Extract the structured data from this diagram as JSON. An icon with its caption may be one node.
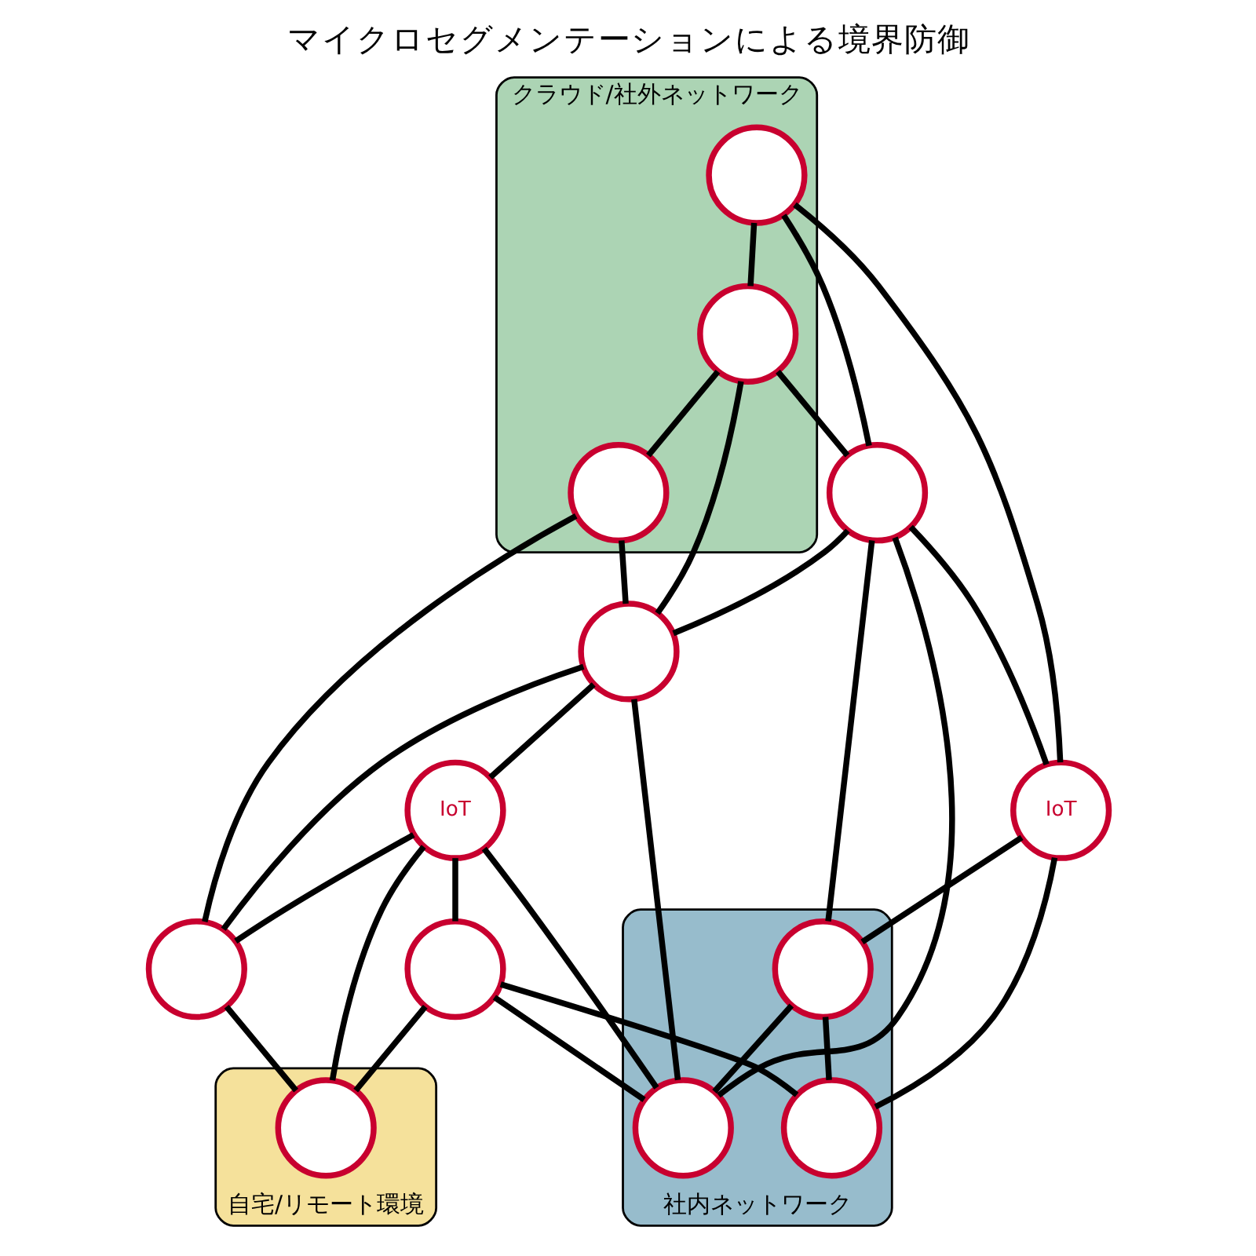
{
  "diagram": {
    "title": "マイクロセグメンテーションによる境界防御",
    "nodes": [
      {
        "text": [
          "クラウド/社外ネットワーク"
        ]
      },
      {
        "text": [],
        "shape": "circle",
        "in": 0
      },
      {
        "text": [],
        "shape": "circle",
        "in": 0
      },
      {
        "text": [],
        "shape": "circle",
        "in": 0
      },
      {
        "text": [],
        "shape": "circle"
      },
      {
        "text": [],
        "shape": "circle"
      },
      {
        "text": [
          "IoT"
        ]
      },
      {
        "text": [],
        "shape": "circle"
      },
      {
        "text": [
          "社内ネットワーク"
        ]
      },
      {
        "text": [],
        "shape": "circle",
        "in": 8
      },
      {
        "text": [],
        "shape": "circle",
        "in": 8
      },
      {
        "text": [
          "IoT"
        ]
      },
      {
        "text": [
          "自宅/リモート環境"
        ]
      },
      {
        "text": [],
        "shape": "circle",
        "in": 8
      },
      {
        "text": [],
        "shape": "circle"
      },
      {
        "text": [],
        "shape": "circle",
        "in": 12
      }
    ],
    "edges": [
      {
        "from": 2,
        "to": 1,
        "arrow": "none"
      },
      {
        "from": 2,
        "to": 4,
        "arrow": "none"
      },
      {
        "from": 2,
        "to": 6,
        "arrow": "none"
      },
      {
        "from": 1,
        "to": 4,
        "arrow": "none"
      },
      {
        "from": 1,
        "to": 5,
        "arrow": "none"
      },
      {
        "from": 1,
        "to": 3,
        "arrow": "none"
      },
      {
        "from": 3,
        "to": 5,
        "arrow": "none"
      },
      {
        "from": 3,
        "to": 7,
        "arrow": "none"
      },
      {
        "from": 4,
        "to": 5,
        "arrow": "none"
      },
      {
        "from": 4,
        "to": 6,
        "arrow": "none"
      },
      {
        "from": 4,
        "to": 9,
        "arrow": "none"
      },
      {
        "from": 4,
        "to": 10,
        "arrow": "none"
      },
      {
        "from": 5,
        "to": 7,
        "arrow": "none"
      },
      {
        "from": 5,
        "to": 10,
        "arrow": "none"
      },
      {
        "from": 5,
        "to": 11,
        "arrow": "none"
      },
      {
        "from": 6,
        "to": 9,
        "arrow": "none"
      },
      {
        "from": 6,
        "to": 13,
        "arrow": "none"
      },
      {
        "from": 9,
        "to": 10,
        "arrow": "none"
      },
      {
        "from": 9,
        "to": 13,
        "arrow": "none"
      },
      {
        "from": 11,
        "to": 10,
        "arrow": "none"
      },
      {
        "from": 14,
        "to": 10,
        "arrow": "none"
      },
      {
        "from": 14,
        "to": 13,
        "arrow": "none"
      },
      {
        "from": 11,
        "to": 7,
        "arrow": "none"
      },
      {
        "from": 11,
        "to": 15,
        "arrow": "none"
      },
      {
        "from": 11,
        "to": 14,
        "arrow": "none"
      },
      {
        "from": 7,
        "to": 15,
        "arrow": "none"
      },
      {
        "from": 14,
        "to": 15,
        "arrow": "none"
      }
    ]
  }
}
